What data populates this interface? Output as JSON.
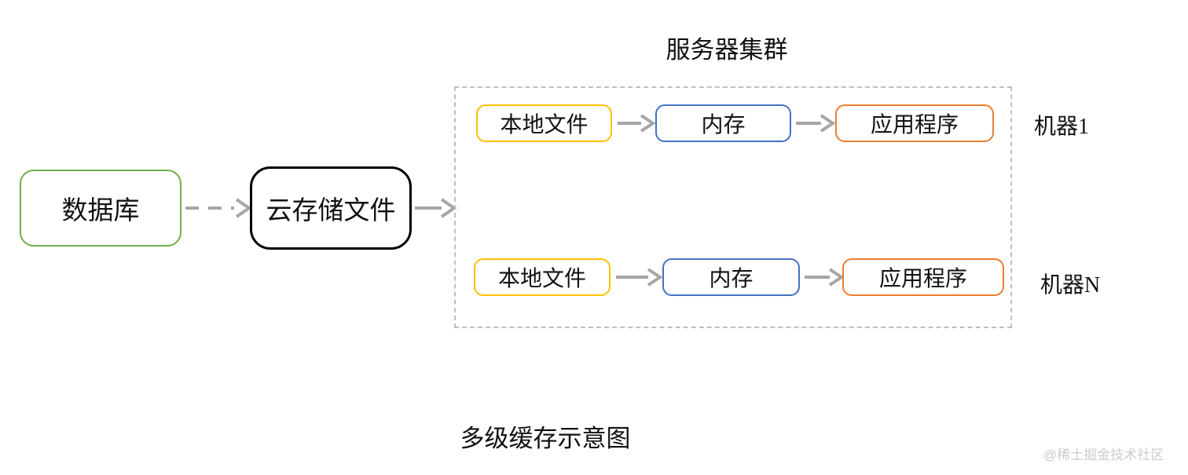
{
  "flow": {
    "database": {
      "label": "数据库"
    },
    "cloud_storage": {
      "label": "云存储文件"
    }
  },
  "cluster": {
    "title": "服务器集群",
    "machines": [
      {
        "name": "机器1",
        "nodes": [
          {
            "label": "本地文件"
          },
          {
            "label": "内存"
          },
          {
            "label": "应用程序"
          }
        ]
      },
      {
        "name": "机器N",
        "nodes": [
          {
            "label": "本地文件"
          },
          {
            "label": "内存"
          },
          {
            "label": "应用程序"
          }
        ]
      }
    ]
  },
  "caption": {
    "text": "多级缓存示意图"
  },
  "watermark": {
    "text": "@稀土掘金技术社区"
  },
  "colors": {
    "database_border": "#70AD47",
    "cloud_storage_border": "#000000",
    "local_file_border": "#FFC000",
    "memory_border": "#4472C4",
    "application_border": "#ED7D31",
    "arrow": "#A6A6A6",
    "cluster_border": "#BFBFBF",
    "watermark_text": "#CCCCCC"
  }
}
